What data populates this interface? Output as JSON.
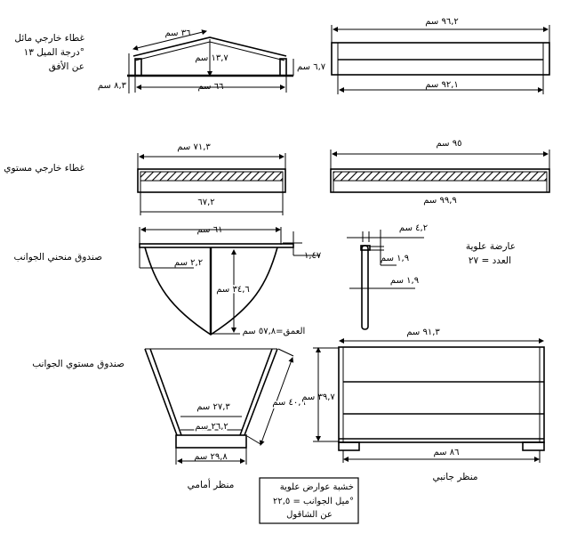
{
  "gable_cover": {
    "label_lines": [
      "غطاء خارجي مائل",
      "درجة الميل ١٣°",
      "عن الأفق"
    ],
    "slope_length": "٣٦ سم",
    "rise": "١٣,٧ سم",
    "base_width": "٦٦ سم",
    "side_height": "٦,٧ سم",
    "total_height": "٨,٣ سم"
  },
  "gable_side": {
    "top_length": "٩٦,٢ سم",
    "bottom_length": "٩٢,١ سم"
  },
  "flat_cover": {
    "label": "غطاء خارجي مستوي",
    "top_width": "٧١,٣ سم",
    "bottom_width": "٦٧,٢",
    "side_top_length": "٩٥ سم",
    "side_bottom_length": "٩٩,٩ سم"
  },
  "curved_box": {
    "label": "صندوق منحني الجوانب",
    "top_width": "٦١ سم",
    "rim_offset": "٢,٢ سم",
    "rim_thickness": "١,٤٧",
    "depth_inner": "٣٤,٦ سم",
    "depth_total": "العمق=٥٧,٨ سم"
  },
  "top_bar": {
    "label_lines": [
      "عارضة علوية",
      "العدد = ٢٧"
    ],
    "width": "٤,٢ سم",
    "thickness_1": "١,٩ سم",
    "thickness_2": "١,٩ سم"
  },
  "straight_box": {
    "label": "صندوق مستوي الجوانب",
    "inner_top": "٢٧,٣ سم",
    "inner_bottom": "٢٦,٢ سم",
    "base_width": "٢٩,٨ سم",
    "side_slant": "٤٠,٦ سم",
    "height": "٣٩,٧ سم",
    "front_view": "منظر أمامي",
    "side_length_top": "٩١,٣ سم",
    "side_length_bottom": "٨٦ سم",
    "side_view": "منظر جانبي",
    "note_lines": [
      "خشبة عوارض علوية",
      "ميل الجوانب = ٢٢,٥°",
      "عن الشاقول"
    ]
  }
}
